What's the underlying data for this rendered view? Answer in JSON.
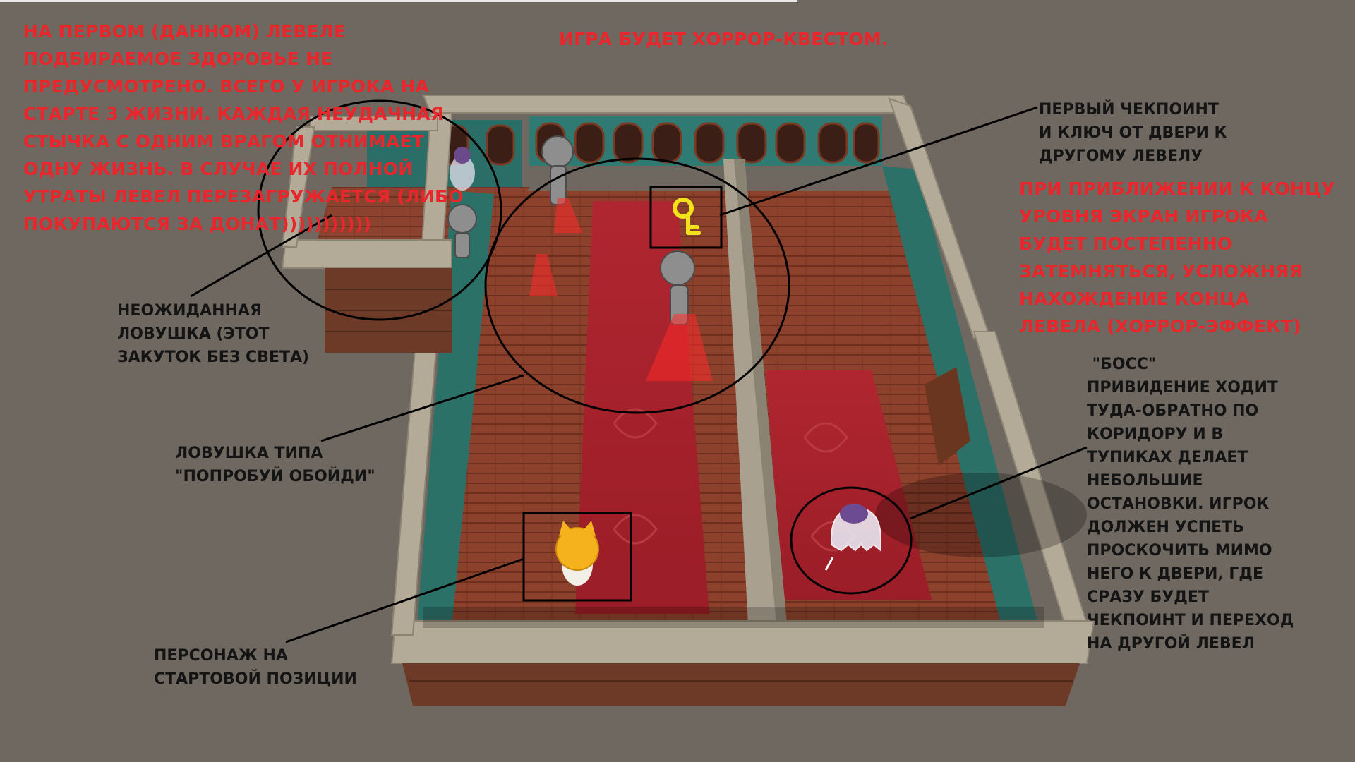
{
  "annotations": {
    "health_note": [
      "НА ПЕРВОМ (ДАННОМ) ЛЕВЕЛЕ",
      "ПОДБИРАЕМОЕ ЗДОРОВЬЕ НЕ",
      "ПРЕДУСМОТРЕНО. ВСЕГО У ИГРОКА НА",
      "СТАРТЕ 3 ЖИЗНИ. КАЖДАЯ НЕУДАЧНАЯ",
      "СТЫЧКА С ОДНИМ ВРАГОМ ОТНИМАЕТ",
      "ОДНУ ЖИЗНЬ. В СЛУЧАЕ ИХ ПОЛНОЙ",
      "УТРАТЫ ЛЕВЕЛ ПЕРЕЗАГРУЖАЕТСЯ (ЛИБО",
      "ПОКУПАЮТСЯ ЗА ДОНАТ)))))))))))"
    ],
    "genre_note": "ИГРА БУДЕТ ХОРРОР-КВЕСТОМ.",
    "checkpoint_note": [
      "ПЕРВЫЙ ЧЕКПОИНТ",
      "И КЛЮЧ ОТ ДВЕРИ К",
      "ДРУГОМУ ЛЕВЕЛУ"
    ],
    "darkening_note": [
      "ПРИ ПРИБЛИЖЕНИИ К КОНЦУ",
      "УРОВНЯ ЭКРАН ИГРОКА",
      "БУДЕТ ПОСТЕПЕННО",
      "ЗАТЕМНЯТЬСЯ, УСЛОЖНЯЯ",
      "НАХОЖДЕНИЕ КОНЦА",
      "ЛЕВЕЛА (ХОРРОР-ЭФФЕКТ)"
    ],
    "trap_dark_note": [
      "НЕОЖИДАННАЯ",
      "ЛОВУШКА (ЭТОТ",
      "ЗАКУТОК БЕЗ СВЕТА)"
    ],
    "trap_dodge_note": [
      "ЛОВУШКА ТИПА",
      "\"ПОПРОБУЙ ОБОЙДИ\""
    ],
    "boss_note": [
      " \"БОСС\"",
      "ПРИВИДЕНИЕ ХОДИТ",
      "ТУДА-ОБРАТНО ПО",
      "КОРИДОРУ И В",
      "ТУПИКАХ ДЕЛАЕТ",
      "НЕБОЛЬШИЕ",
      "ОСТАНОВКИ. ИГРОК",
      "ДОЛЖЕН УСПЕТЬ",
      "ПРОСКОЧИТЬ МИМО",
      "НЕГО К ДВЕРИ, ГДЕ",
      "СРАЗУ БУДЕТ",
      "ЧЕКПОИНТ И ПЕРЕХОД",
      "НА ДРУГОЙ ЛЕВЕЛ"
    ],
    "player_note": [
      "ПЕРСОНАЖ НА",
      "СТАРТОВОЙ ПОЗИЦИИ"
    ]
  },
  "colors": {
    "background": "#6f6861",
    "red_text": "#e8262c",
    "black_text": "#141414",
    "wall_stone": "#b0a796",
    "wall_teal": "#2f7a72",
    "floor_wood": "#8a3f2b",
    "carpet": "#a8232c",
    "key": "#f2e21a"
  },
  "icons": {
    "key": "key-icon",
    "player": "cat-character-icon",
    "boss": "ghost-icon",
    "guards": "statue-guard-icon"
  }
}
